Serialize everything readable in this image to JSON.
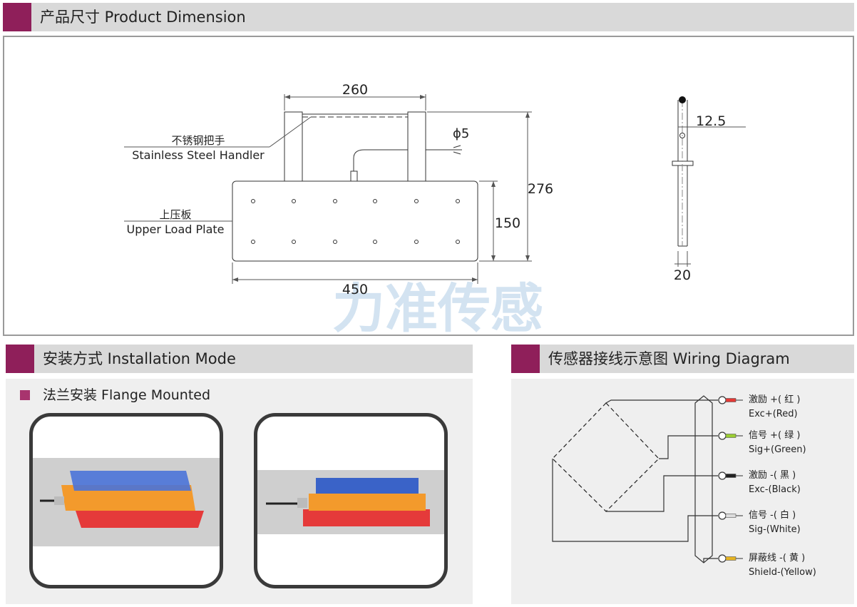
{
  "sections": {
    "dimension": {
      "title": "产品尺寸 Product Dimension"
    },
    "installation": {
      "title": "安装方式 Installation Mode",
      "subtitle": "法兰安装 Flange Mounted"
    },
    "wiring": {
      "title": "传感器接线示意图  Wiring Diagram"
    }
  },
  "drawing": {
    "dim_260": "260",
    "dim_276": "276",
    "dim_150": "150",
    "dim_450": "450",
    "dim_phi5": "ϕ5",
    "dim_12_5": "12.5",
    "dim_20": "20",
    "handle_label_cn": "不锈钢把手",
    "handle_label_en": "Stainless Steel Handler",
    "plate_label_cn": "上压板",
    "plate_label_en": "Upper Load Plate",
    "watermark": "力准传感"
  },
  "wiring": {
    "wires": [
      {
        "cn": "激励 +( 红 )",
        "en": "Exc+(Red)",
        "color": "#e53935"
      },
      {
        "cn": "信号 +( 绿 )",
        "en": "Sig+(Green)",
        "color": "#9acd32"
      },
      {
        "cn": "激励 -( 黑 )",
        "en": "Exc-(Black)",
        "color": "#222222"
      },
      {
        "cn": "信号 -( 白 )",
        "en": "Sig-(White)",
        "color": "#dddddd"
      },
      {
        "cn": "屏蔽线 -( 黄 )",
        "en": "Shield-(Yellow)",
        "color": "#e6b422"
      }
    ]
  }
}
